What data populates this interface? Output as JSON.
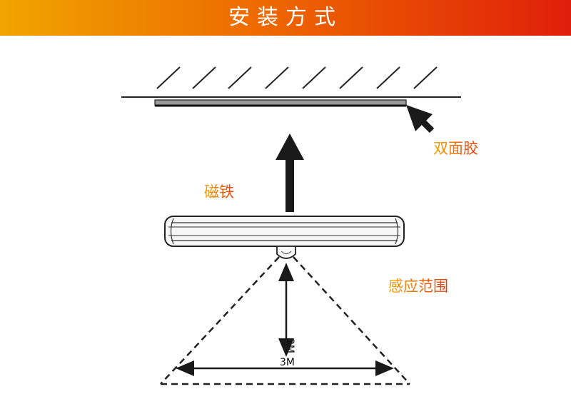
{
  "banner": {
    "title": "安装方式"
  },
  "labels": {
    "tape": "双面胶",
    "magnet": "磁铁",
    "range": "感应范围"
  },
  "dimensions": {
    "vertical": "3M",
    "horizontal": "3M"
  },
  "colors": {
    "banner_start": "#f0a500",
    "banner_end": "#e01e0a",
    "label_start": "#f5a300",
    "label_end": "#e83a0a"
  }
}
